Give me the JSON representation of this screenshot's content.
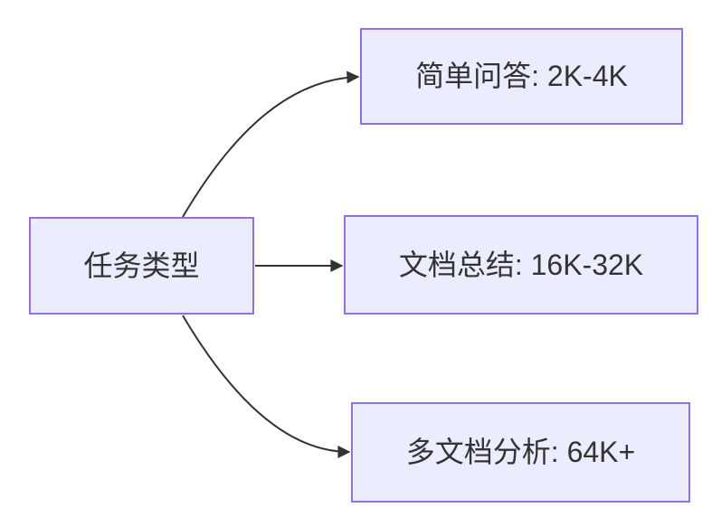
{
  "diagram": {
    "type": "flowchart",
    "direction": "LR",
    "nodes": {
      "root": {
        "label": "任务类型"
      },
      "branches": [
        {
          "label": "简单问答: 2K-4K"
        },
        {
          "label": "文档总结: 16K-32K"
        },
        {
          "label": "多文档分析: 64K+"
        }
      ]
    },
    "edges": [
      {
        "from": "root",
        "to": "branch-0"
      },
      {
        "from": "root",
        "to": "branch-1"
      },
      {
        "from": "root",
        "to": "branch-2"
      }
    ],
    "colors": {
      "node_fill": "#ECECFF",
      "node_border": "#9370DB",
      "text": "#333333",
      "edge": "#333333",
      "background": "#FFFFFF"
    }
  }
}
